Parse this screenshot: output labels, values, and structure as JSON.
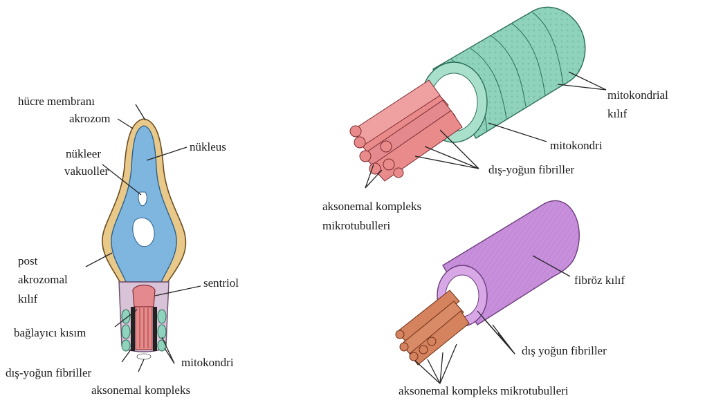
{
  "labels": {
    "hucre_membrani": "hücre membranı",
    "akrozom": "akrozom",
    "nukleer_vakuoller_1": "nükleer",
    "nukleer_vakuoller_2": "vakuoller",
    "nukleus": "nükleus",
    "post_akrozomal_1": "post",
    "post_akrozomal_2": "akrozomal",
    "post_akrozomal_3": "kılıf",
    "sentriol": "sentriol",
    "baglayici_kisim": "bağlayıcı kısım",
    "dis_yogun_fibriller_left": "dış-yoğun fibriller",
    "mitokondri_left": "mitokondri",
    "aksonemal_kompleks_left": "aksonemal kompleks",
    "mitokondrial_kilif_1": "mitokondrial",
    "mitokondrial_kilif_2": "kılıf",
    "mitokondri_right": "mitokondri",
    "dis_yogun_fibriller_right": "dış-yoğun fibriller",
    "aksonemal_mikro_1": "aksonemal kompleks",
    "aksonemal_mikro_2": "mikrotubulleri",
    "fibroz_kilif": "fibröz kılıf",
    "dis_yogun_fibriller_bottom": "dış yoğun fibriller",
    "aksonemal_mikro_bottom": "aksonemal kompleks mikrotubulleri"
  },
  "colors": {
    "nucleus": "#7fb6e0",
    "acrosome": "#e8c98a",
    "postacrosomal": "#d9c3d8",
    "centriole": "#e48a8f",
    "mitochondria": "#8fd3bd",
    "axoneme": "#e98b8b",
    "fibrous_sheath": "#c88fdc",
    "outer_dense_fibers": "#d5825f"
  }
}
